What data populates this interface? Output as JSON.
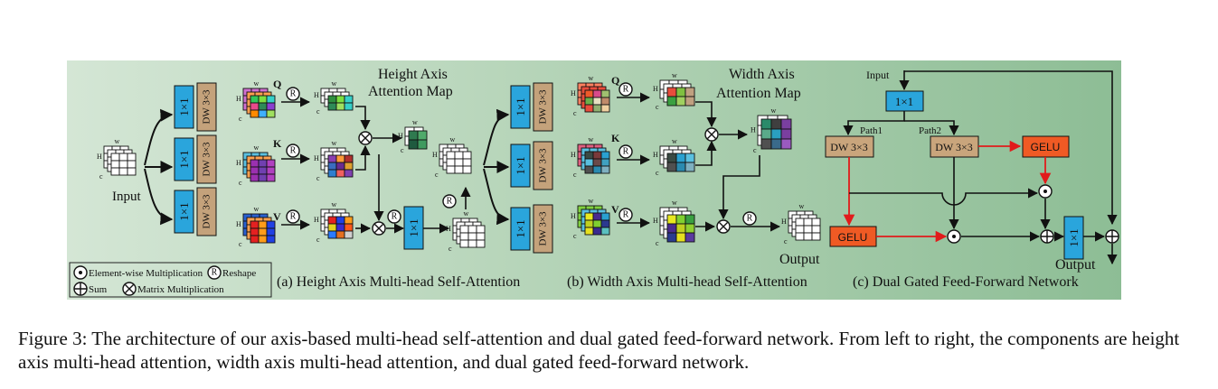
{
  "labels": {
    "conv1x1": "1×1",
    "dw": "DW 3×3",
    "gelu": "GELU",
    "reshape": "R",
    "q": "Q",
    "k": "K",
    "v": "V",
    "w": "w",
    "h": "H",
    "hl": "H",
    "c": "c",
    "input": "Input",
    "output": "Output",
    "height_map_1": "Height Axis",
    "height_map_2": "Attention Map",
    "width_map_1": "Width Axis",
    "width_map_2": "Attention Map",
    "path1": "Path1",
    "path2": "Path2"
  },
  "sections": {
    "a": "(a) Height Axis Multi-head Self-Attention",
    "b": "(b) Width Axis Multi-head Self-Attention",
    "c": "(c) Dual Gated Feed-Forward Network"
  },
  "legend": {
    "elementwise": "Element-wise Multiplication",
    "reshape": "Reshape",
    "sum": "Sum",
    "matmul": "Matrix Multiplication"
  },
  "caption": "Figure 3: The architecture of our axis-based multi-head self-attention and dual gated feed-forward network. From left to right, the components are height axis multi-head attention, width axis multi-head attention, and dual gated feed-forward network.",
  "colors": {
    "conv": "#2aa5dc",
    "dw": "#c4a27b",
    "dw_ffn": "#c9a57c",
    "gelu": "#ef5a24",
    "red_arrow": "#e11b1b",
    "panel_left": "#cde2cf",
    "panel_right": "#8fbf97"
  }
}
